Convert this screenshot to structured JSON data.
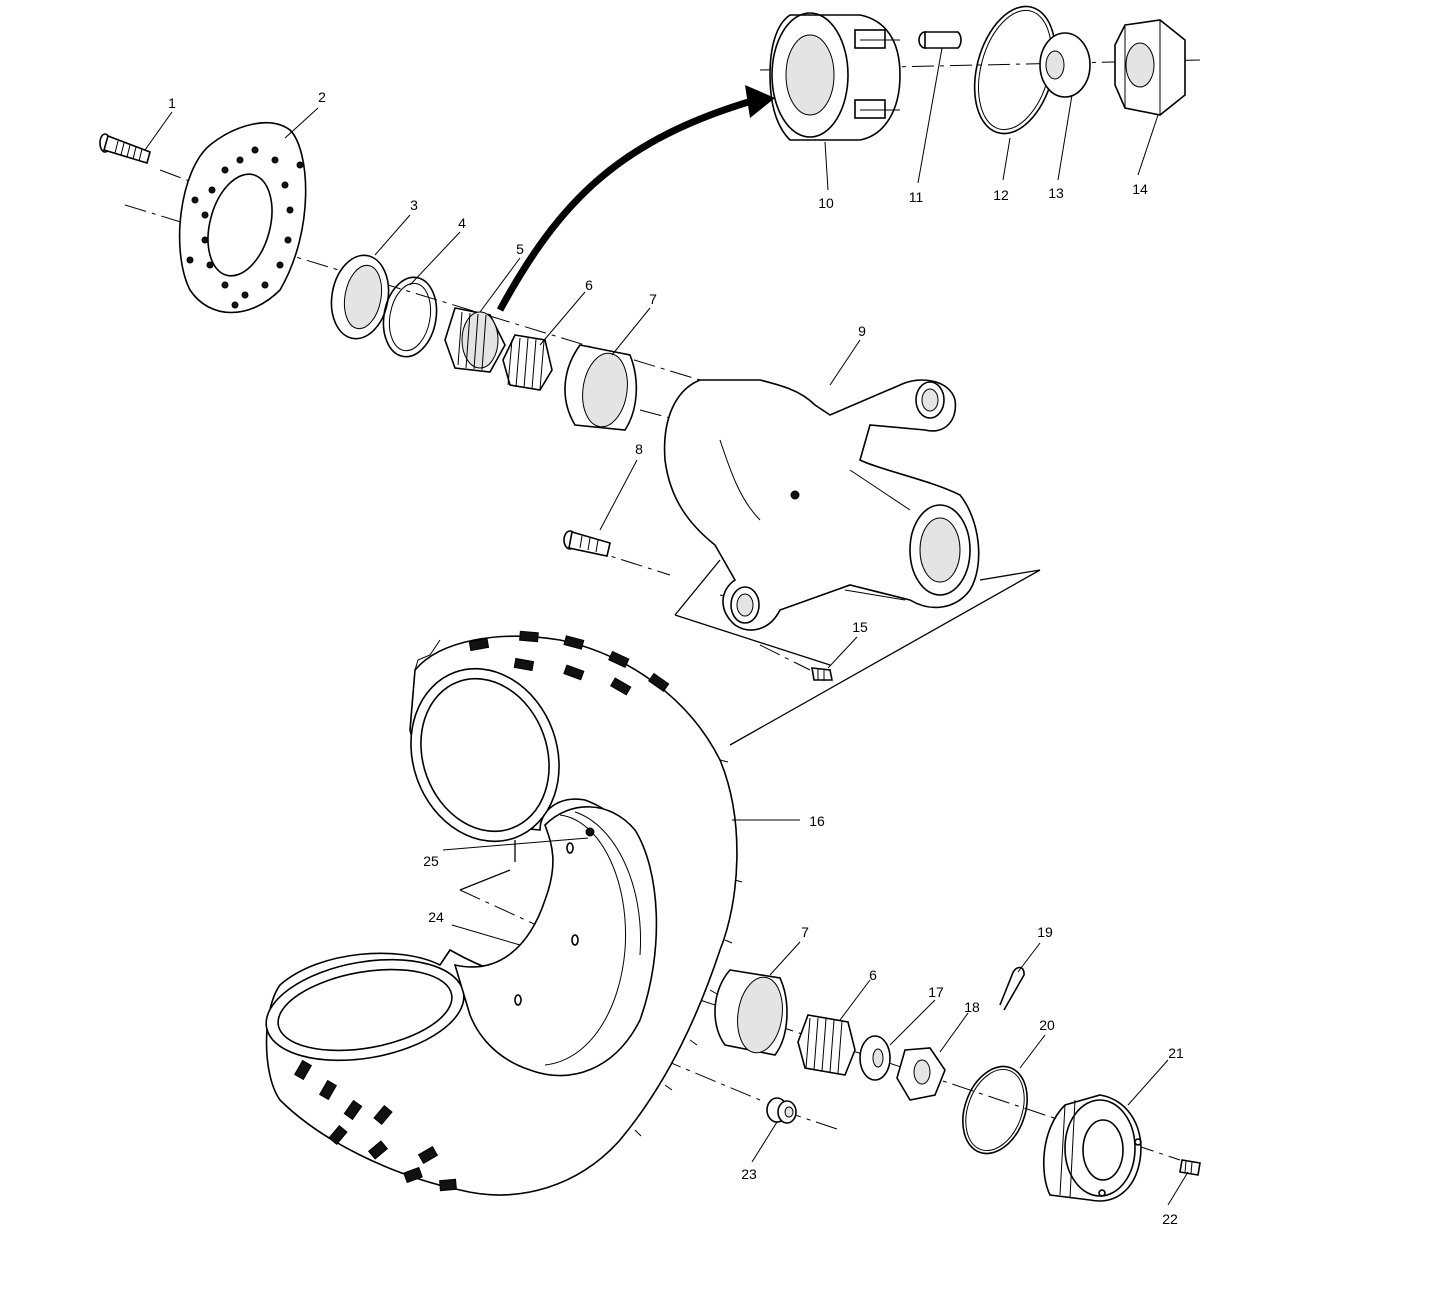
{
  "diagram": {
    "labels": [
      "1",
      "2",
      "3",
      "4",
      "5",
      "6",
      "7",
      "8",
      "9",
      "10",
      "11",
      "12",
      "13",
      "14",
      "15",
      "16",
      "7",
      "6",
      "17",
      "18",
      "19",
      "20",
      "21",
      "22",
      "23",
      "24",
      "25"
    ]
  }
}
